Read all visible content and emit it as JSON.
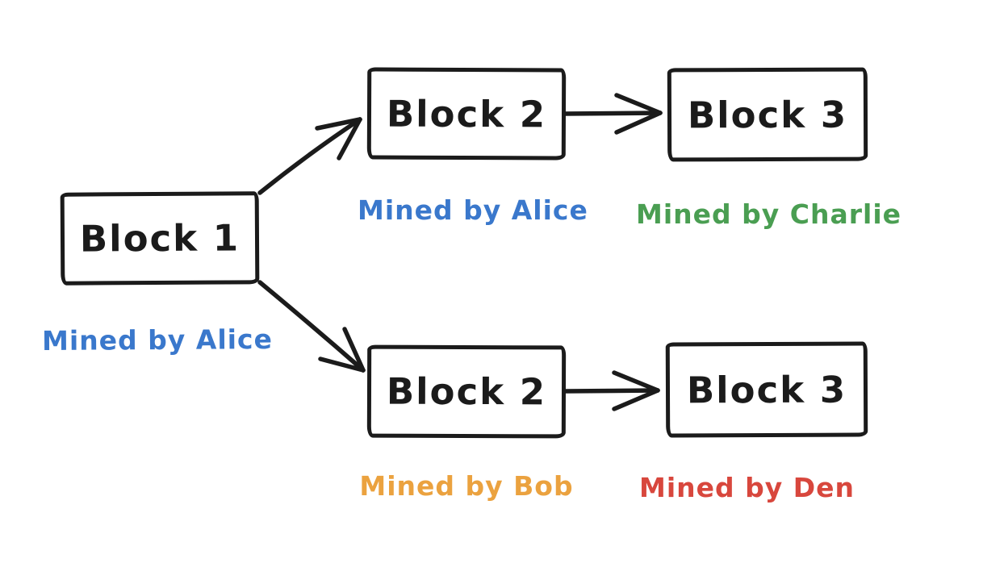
{
  "diagram": {
    "description": "Blockchain fork diagram, hand-drawn style",
    "colors": {
      "ink": "#1b1b1b",
      "background": "#ffffff",
      "alice_blue": "#3a78cc",
      "charlie_green": "#4a9e52",
      "bob_orange": "#eba23f",
      "den_red": "#d8473d"
    },
    "blocks": {
      "block_1": {
        "label": "Block 1"
      },
      "block_2_top": {
        "label": "Block 2"
      },
      "block_3_top": {
        "label": "Block 3"
      },
      "block_2_bottom": {
        "label": "Block 2"
      },
      "block_3_bottom": {
        "label": "Block 3"
      }
    },
    "miner_labels": {
      "block_1": {
        "text": "Mined by Alice",
        "color": "#3a78cc"
      },
      "block_2_top": {
        "text": "Mined by Alice",
        "color": "#3a78cc"
      },
      "block_3_top": {
        "text": "Mined by Charlie",
        "color": "#4a9e52"
      },
      "block_2_bottom": {
        "text": "Mined by Bob",
        "color": "#eba23f"
      },
      "block_3_bottom": {
        "text": "Mined by Den",
        "color": "#d8473d"
      }
    },
    "connections": [
      {
        "from": "block_1",
        "to": "block_2_top"
      },
      {
        "from": "block_1",
        "to": "block_2_bottom"
      },
      {
        "from": "block_2_top",
        "to": "block_3_top"
      },
      {
        "from": "block_2_bottom",
        "to": "block_3_bottom"
      }
    ]
  }
}
